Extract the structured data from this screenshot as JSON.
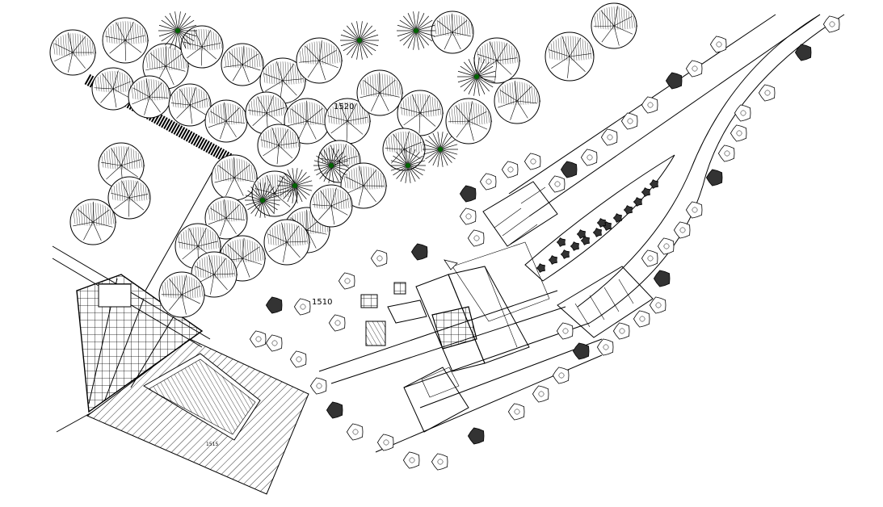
{
  "drawing": {
    "background_color": "#ffffff",
    "line_color": "#000000",
    "accent_color": "#006400"
  },
  "labels": {
    "level_north": "1520",
    "level_center": "1510",
    "level_south": "1515"
  }
}
